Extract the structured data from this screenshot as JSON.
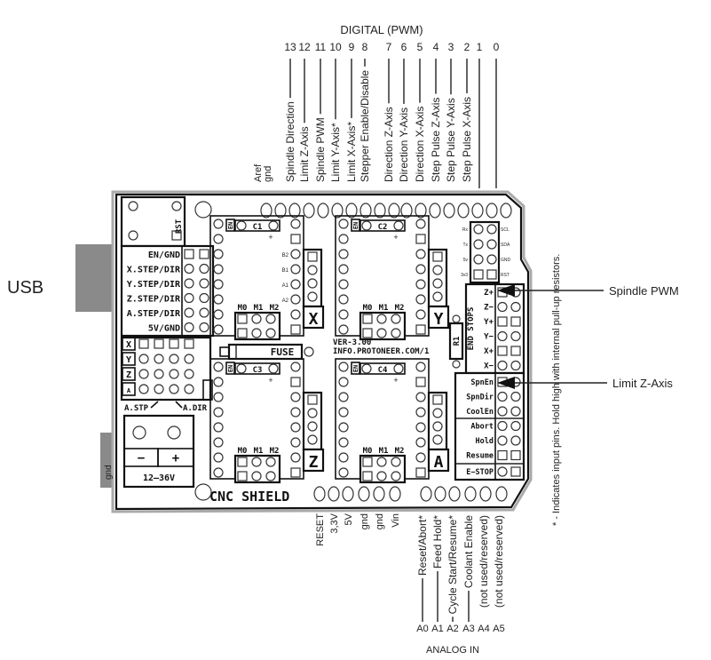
{
  "digital_title": "DIGITAL (PWM)",
  "digital_pins": [
    {
      "pin": "13",
      "label": "Spindle Direction"
    },
    {
      "pin": "12",
      "label": "Limit Z-Axis"
    },
    {
      "pin": "11",
      "label": "Spindle PWM"
    },
    {
      "pin": "10",
      "label": "Limit Y-Axis*"
    },
    {
      "pin": "9",
      "label": "Limit X-Axis*"
    },
    {
      "pin": "8",
      "label": "Stepper Enable/Disable"
    },
    {
      "pin": "7",
      "label": "Direction Z-Axis"
    },
    {
      "pin": "6",
      "label": "Direction Y-Axis"
    },
    {
      "pin": "5",
      "label": "Direction X-Axis"
    },
    {
      "pin": "4",
      "label": "Step Pulse Z-Axis"
    },
    {
      "pin": "3",
      "label": "Step Pulse Y-Axis"
    },
    {
      "pin": "2",
      "label": "Step Pulse X-Axis"
    },
    {
      "pin": "1",
      "label": ""
    },
    {
      "pin": "0",
      "label": ""
    }
  ],
  "aref": "Aref",
  "gnd_top": "gnd",
  "power_pins": [
    "RESET",
    "3,3V",
    "5V",
    "gnd",
    "gnd",
    "Vin"
  ],
  "analog_pins": [
    {
      "pin": "A0",
      "label": "Reset/Abort*"
    },
    {
      "pin": "A1",
      "label": "Feed Hold*"
    },
    {
      "pin": "A2",
      "label": "Cycle Start/Resume*"
    },
    {
      "pin": "A3",
      "label": "Coolant Enable"
    },
    {
      "pin": "A4",
      "label": "(not used/reserved)"
    },
    {
      "pin": "A5",
      "label": "(not used/reserved)"
    }
  ],
  "analog_title": "ANALOG IN",
  "usb": "USB",
  "gnd_left": "gnd",
  "callouts": {
    "spindle_pwm": "Spindle PWM",
    "limit_z": "Limit Z-Axis"
  },
  "note": "* - Indicates input pins. Hold high with internal pull-up resistors.",
  "board": {
    "name": "CNC SHIELD",
    "version": "VER-3.00",
    "url": "INFO.PROTONEER.COM/1",
    "rst": "RST",
    "fuse": "FUSE",
    "r1": "R1",
    "end_stops": "END STOPS",
    "en": "EN",
    "header_labels": [
      "EN/GND",
      "X.STEP/DIR",
      "Y.STEP/DIR",
      "Z.STEP/DIR",
      "A.STEP/DIR",
      "5V/GND"
    ],
    "axis_rows": [
      "X",
      "Y",
      "Z",
      "A"
    ],
    "a_stp": "A.STP",
    "a_dir": "A.DIR",
    "power": {
      "minus": "−",
      "plus": "+",
      "voltage": "12–36V"
    },
    "drivers": [
      {
        "axis": "X",
        "cap": "C1"
      },
      {
        "axis": "Y",
        "cap": "C2"
      },
      {
        "axis": "Z",
        "cap": "C3"
      },
      {
        "axis": "A",
        "cap": "C4"
      }
    ],
    "micro": [
      "M0",
      "M1",
      "M2"
    ],
    "coil_labels": [
      "B2",
      "B1",
      "A1",
      "A2"
    ],
    "serial_left": [
      "Rx",
      "Tx",
      "5v",
      "3v3"
    ],
    "serial_right": [
      "SCL",
      "SDA",
      "GND",
      "RST"
    ],
    "end_stop_rows": [
      "Z+",
      "Z−",
      "Y+",
      "Y−",
      "X+",
      "X−"
    ],
    "control_rows": [
      "SpnEn",
      "SpnDir",
      "CoolEn",
      "Abort",
      "Hold",
      "Resume",
      "E−STOP"
    ]
  }
}
